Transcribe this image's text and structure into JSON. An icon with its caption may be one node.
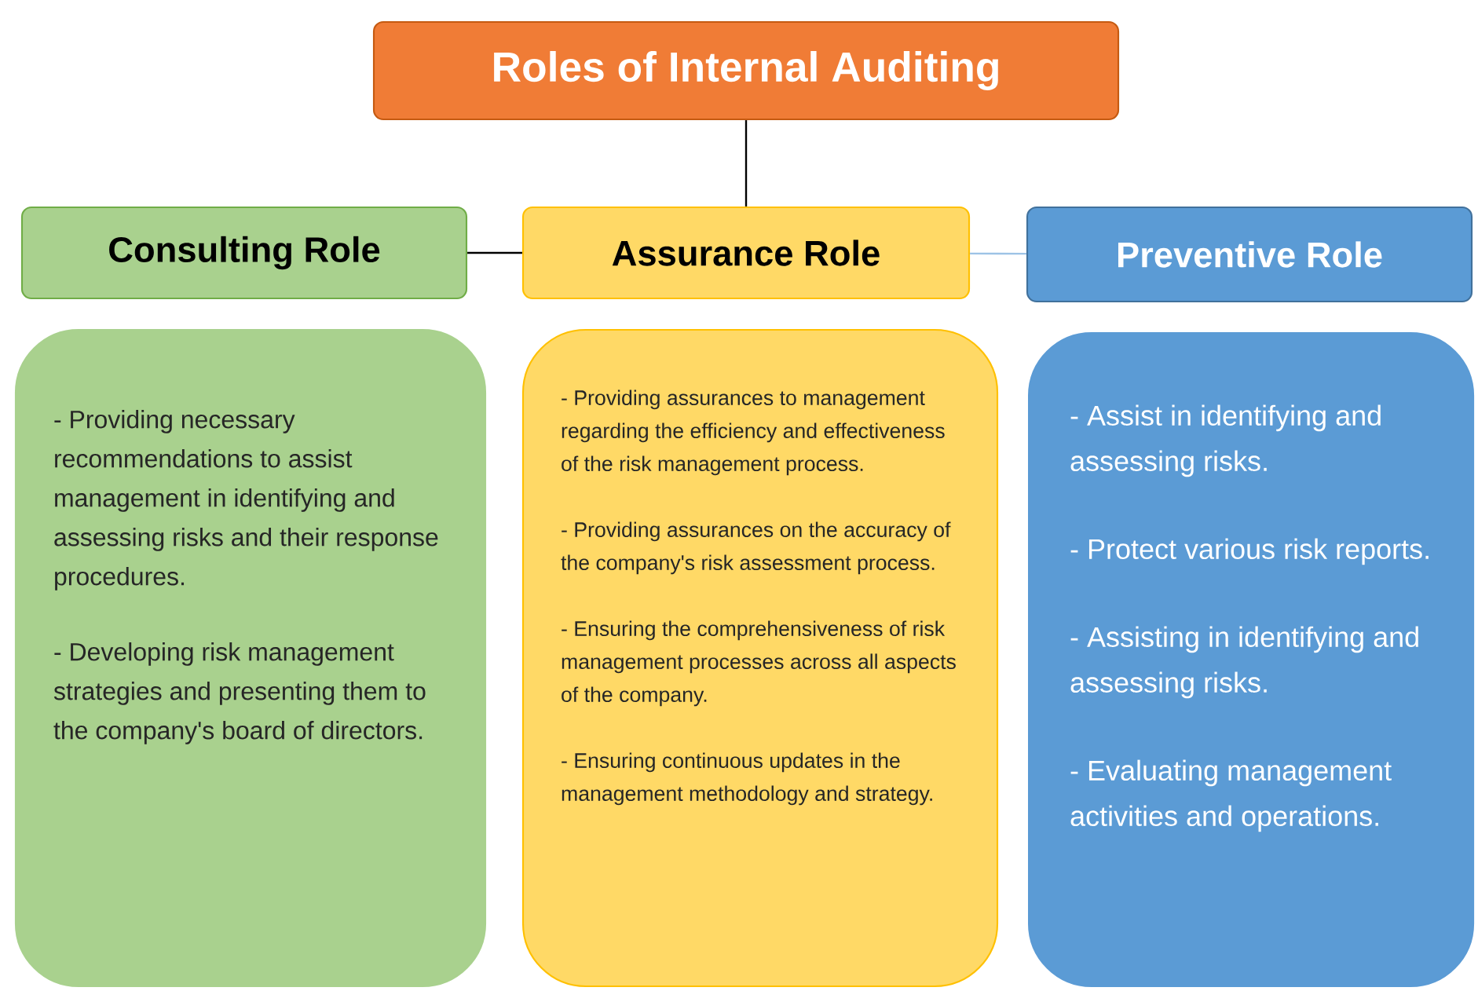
{
  "diagram": {
    "nodes": [
      {
        "text": [
          "Roles of Internal Auditing"
        ]
      },
      {
        "text": [
          "Consulting Role"
        ]
      },
      {
        "text": [
          "Assurance Role"
        ]
      },
      {
        "text": [
          "Preventive Role"
        ]
      },
      {
        "text": [
          "- Providing necessary recommendations to assist management in identifying and assessing risks and their response procedures.",
          "- Developing risk management strategies and presenting them to the company's board of directors."
        ]
      },
      {
        "text": [
          "- Providing assurances to management regarding the efficiency and effectiveness of the risk management process.",
          "- Providing assurances on the accuracy of the company's risk assessment process.",
          "- Ensuring the comprehensiveness of risk management processes across all aspects of the company.",
          "- Ensuring continuous updates in the management methodology and strategy."
        ]
      },
      {
        "text": [
          "- Assist in identifying and assessing risks.",
          "- Protect various risk reports.",
          "- Assisting in identifying and assessing risks.",
          "- Evaluating management activities and operations."
        ]
      }
    ],
    "edges": [
      {
        "from": 0,
        "to": 2,
        "arrow": "none"
      },
      {
        "from": 1,
        "to": 2,
        "arrow": "none"
      },
      {
        "from": 2,
        "to": 3,
        "arrow": "none",
        "color": "#9dc3e6"
      }
    ]
  }
}
